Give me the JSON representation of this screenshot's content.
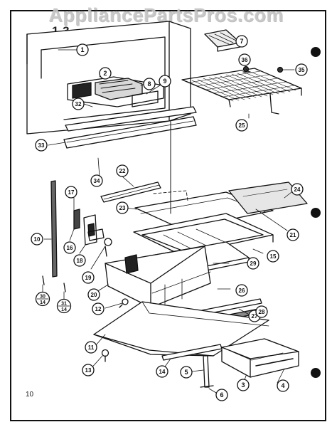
{
  "watermark": "AppliancePartsPros.com",
  "figure_code": "1-3",
  "page_number": "10",
  "callouts": [
    "1",
    "2",
    "3",
    "4",
    "5",
    "6",
    "7",
    "8",
    "9",
    "10",
    "11",
    "12",
    "13",
    "14",
    "15",
    "16",
    "17",
    "18",
    "19",
    "20",
    "21",
    "22",
    "23",
    "24",
    "25",
    "26",
    "27",
    "28",
    "29",
    "30",
    "31",
    "32",
    "33",
    "34",
    "35",
    "36"
  ],
  "stacked_callouts": [
    {
      "top": "30",
      "bottom": "14"
    },
    {
      "top": "31",
      "bottom": "14"
    }
  ]
}
